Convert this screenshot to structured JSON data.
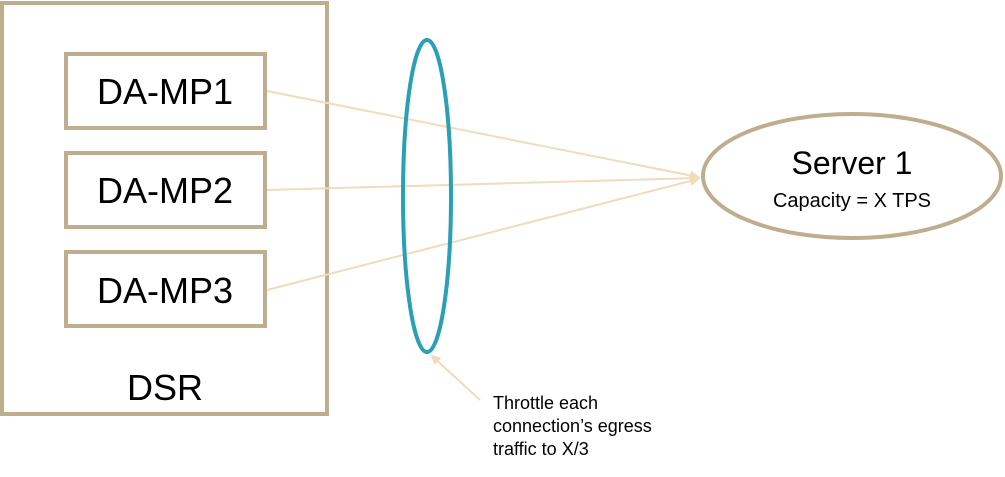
{
  "dsr": {
    "label": "DSR",
    "mps": [
      {
        "label": "DA-MP1"
      },
      {
        "label": "DA-MP2"
      },
      {
        "label": "DA-MP3"
      }
    ]
  },
  "server": {
    "title": "Server 1",
    "capacity": "Capacity = X TPS"
  },
  "note": {
    "lines": [
      "Throttle each",
      "connection’s egress",
      "traffic to X/3"
    ]
  },
  "colors": {
    "box_border": "#bfae8d",
    "arrow": "#efdcbc",
    "ellipse": "#2b9fb5"
  }
}
